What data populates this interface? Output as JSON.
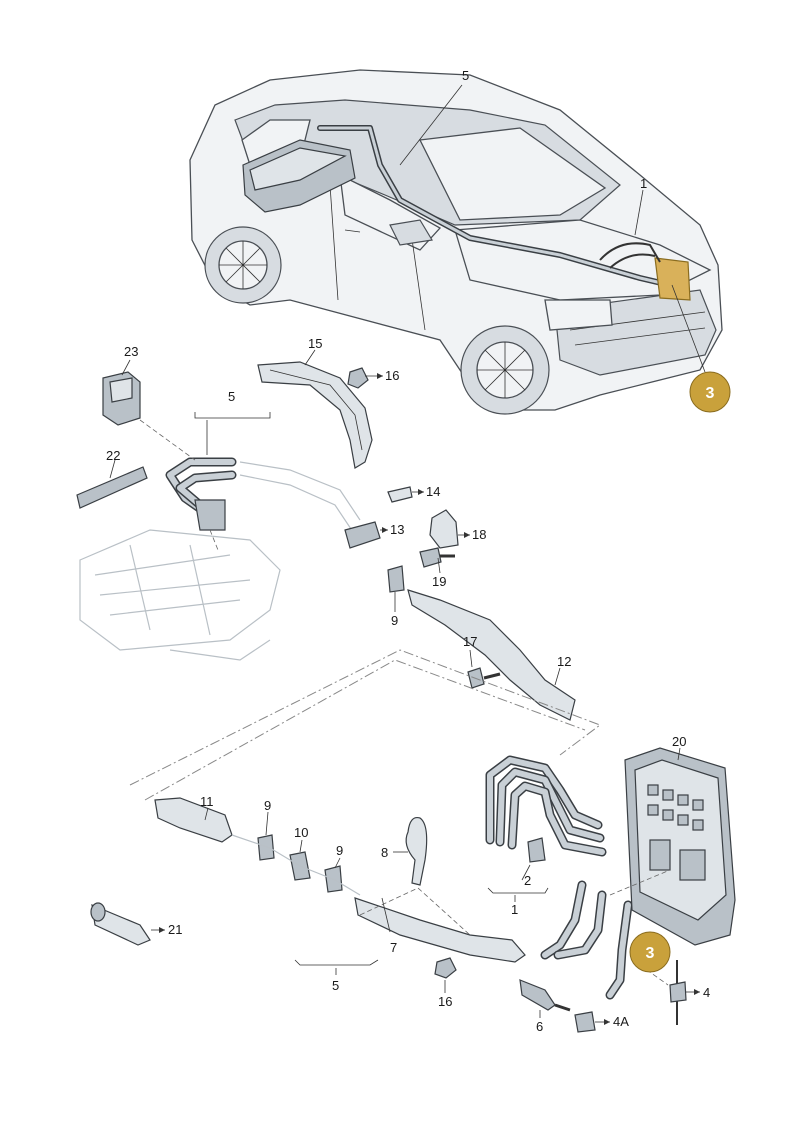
{
  "labels": {
    "l1_top": "1",
    "l1_bottom": "1",
    "l2": "2",
    "l3_top": "3",
    "l3_bottom": "3",
    "l4": "4",
    "l4a": "4A",
    "l5_top": "5",
    "l5_mid": "5",
    "l5_bottom": "5",
    "l6": "6",
    "l7": "7",
    "l8": "8",
    "l9_a": "9",
    "l9_b": "9",
    "l9_c": "9",
    "l10": "10",
    "l11": "11",
    "l12": "12",
    "l13": "13",
    "l14": "14",
    "l15": "15",
    "l16_top": "16",
    "l16_bottom": "16",
    "l17": "17",
    "l18": "18",
    "l19": "19",
    "l20": "20",
    "l21": "21",
    "l22": "22",
    "l23": "23"
  },
  "colors": {
    "callout_fill": "#c9a13b",
    "callout_stroke": "#8a6c1f",
    "highlight_part": "#d9b15a"
  }
}
